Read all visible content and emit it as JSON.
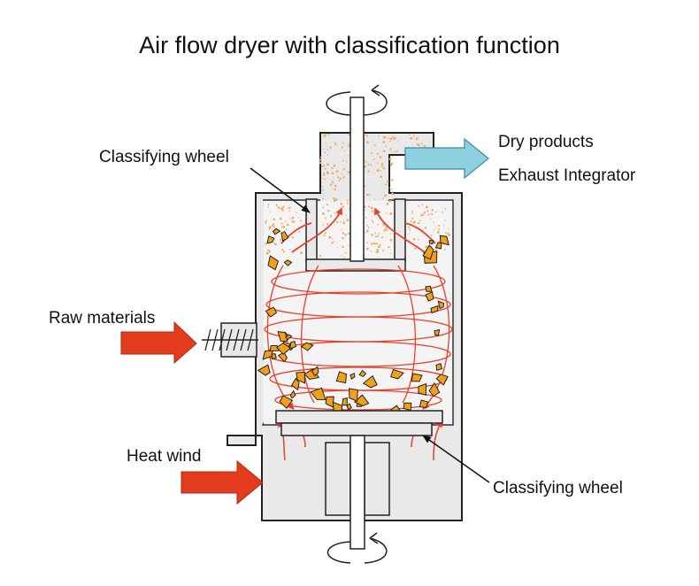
{
  "title": "Air flow dryer with classification function",
  "labels": {
    "classifying_wheel_top": "Classifying wheel",
    "dry_products": "Dry products",
    "exhaust_integrator": "Exhaust Integrator",
    "raw_materials": "Raw materials",
    "heat_wind": "Heat wind",
    "classifying_wheel_bottom": "Classifying wheel"
  },
  "colors": {
    "vessel_fill": "#e9e9e9",
    "outline": "#222222",
    "airflow": "#e8402a",
    "inlet_arrow": "#e33b1e",
    "outlet_arrow": "#8fd0e0",
    "particle": "#f0a019",
    "fine_powder": "#f2a65a"
  }
}
